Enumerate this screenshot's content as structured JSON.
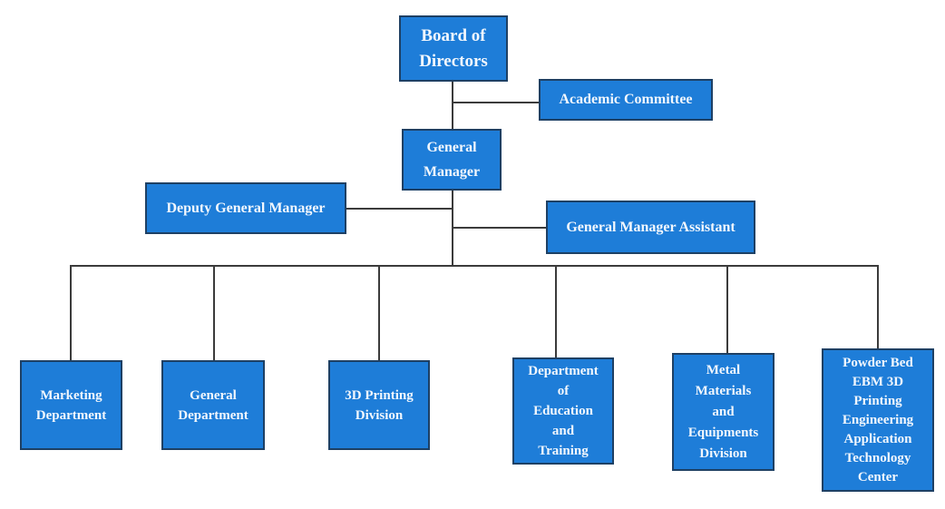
{
  "colors": {
    "node_fill": "#1e7dd8",
    "node_border": "#1e4064",
    "connector": "#3b3b3b",
    "text": "#f2f7fd",
    "background": "#ffffff"
  },
  "nodes": {
    "board": {
      "label": "Board of\nDirectors"
    },
    "academic": {
      "label": "Academic Committee"
    },
    "gm": {
      "label": "General\nManager"
    },
    "deputy": {
      "label": "Deputy General Manager"
    },
    "assistant": {
      "label": "General Manager Assistant"
    },
    "marketing": {
      "label": "Marketing\nDepartment"
    },
    "general_dept": {
      "label": "General\nDepartment"
    },
    "printing": {
      "label": "3D Printing\nDivision"
    },
    "education": {
      "label": "Department\nof\nEducation\nand\nTraining"
    },
    "metal": {
      "label": "Metal\nMaterials\nand\nEquipments\nDivision"
    },
    "powder": {
      "label": "Powder Bed\nEBM 3D\nPrinting\nEngineering\nApplication\nTechnology\nCenter"
    }
  }
}
